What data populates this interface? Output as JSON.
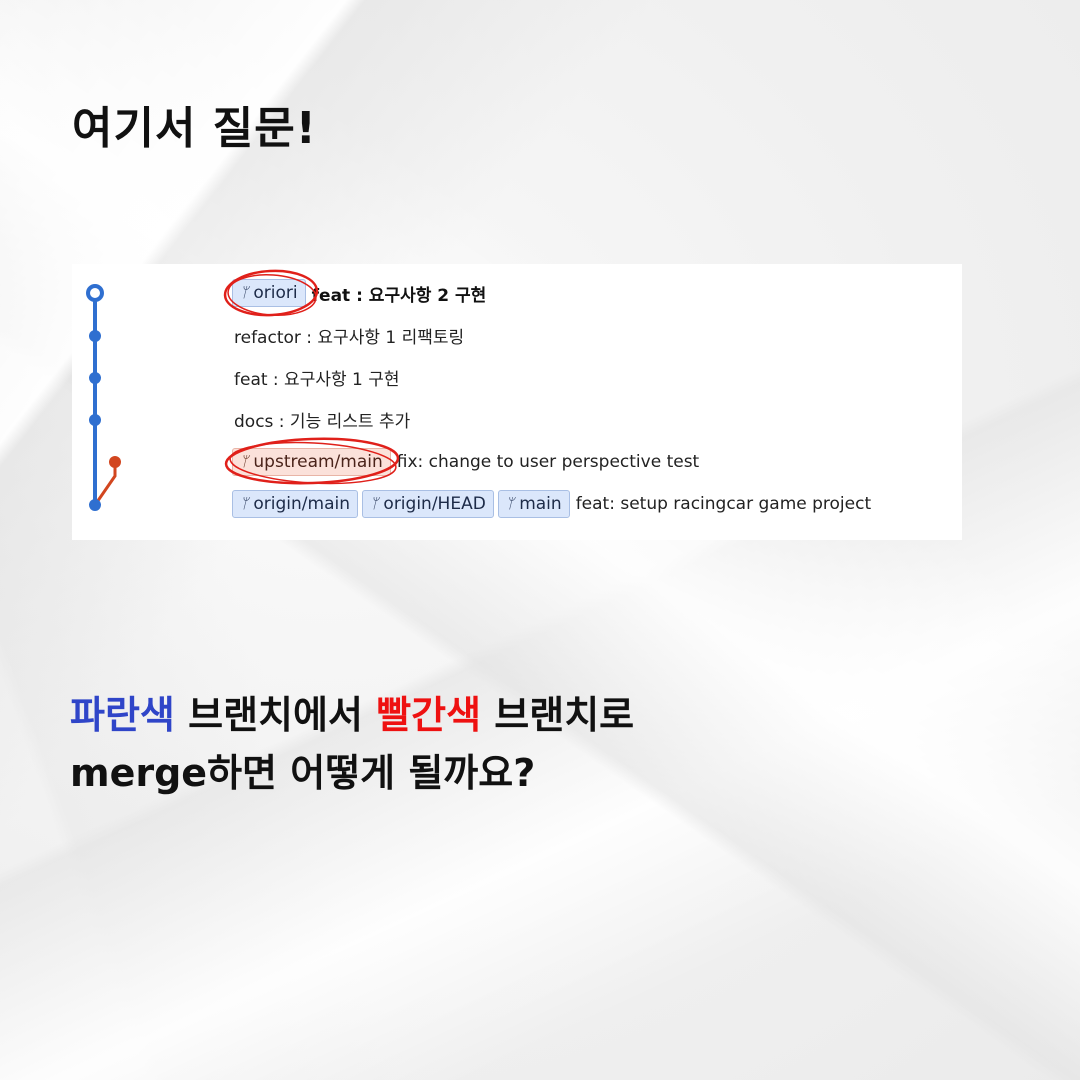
{
  "heading": "여기서 질문!",
  "commits": [
    {
      "tags": [
        {
          "label": "oriori",
          "color": "blue"
        }
      ],
      "message": "feat : 요구사항 2 구현",
      "bold": true
    },
    {
      "tags": [],
      "message": "refactor : 요구사항 1 리팩토링",
      "bold": false
    },
    {
      "tags": [],
      "message": "feat : 요구사항 1 구현",
      "bold": false
    },
    {
      "tags": [],
      "message": "docs : 기능 리스트 추가",
      "bold": false
    },
    {
      "tags": [
        {
          "label": "upstream/main",
          "color": "red"
        }
      ],
      "message": "fix: change to user perspective test",
      "bold": false
    },
    {
      "tags": [
        {
          "label": "origin/main",
          "color": "blue"
        },
        {
          "label": "origin/HEAD",
          "color": "blue"
        },
        {
          "label": "main",
          "color": "blue"
        }
      ],
      "message": "feat: setup racingcar game project",
      "bold": false
    }
  ],
  "question": {
    "line1": {
      "blue_word": "파란색",
      "part2": " 브랜치에서 ",
      "red_word": "빨간색",
      "part4": " 브랜치로"
    },
    "line2": "merge하면 어떻게 될까요?"
  },
  "colors": {
    "blue_branch": "#2f6fd0",
    "red_branch": "#d2461f",
    "annotation": "#e0201a"
  },
  "icons": {
    "branch": "branch-icon"
  }
}
